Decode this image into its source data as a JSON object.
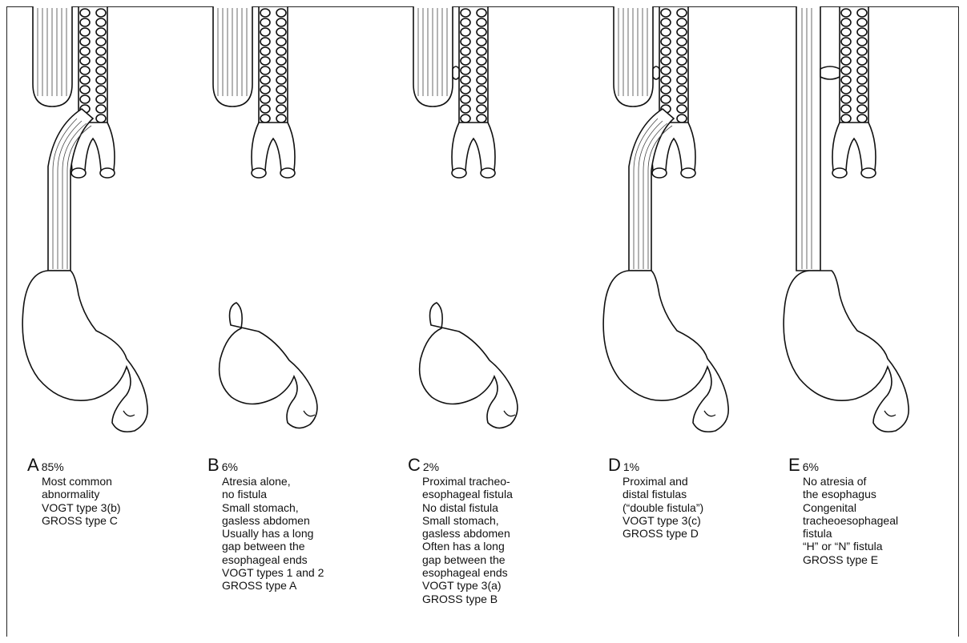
{
  "panels": [
    {
      "letter": "A",
      "percent": "85%",
      "lines": [
        "Most common",
        "abnormality",
        "VOGT type 3(b)",
        "GROSS type C"
      ],
      "upper_pouch": true,
      "proximal_fistula": false,
      "distal_fistula": true,
      "stomach": "normal"
    },
    {
      "letter": "B",
      "percent": "6%",
      "lines": [
        "Atresia alone,",
        "no fistula",
        "Small stomach,",
        "gasless abdomen",
        "Usually has a long",
        "gap between the",
        "esophageal ends",
        "VOGT types 1 and 2",
        "GROSS type A"
      ],
      "upper_pouch": true,
      "proximal_fistula": false,
      "distal_fistula": false,
      "stomach": "small"
    },
    {
      "letter": "C",
      "percent": "2%",
      "lines": [
        "Proximal tracheo-",
        "esophageal fistula",
        "No distal fistula",
        "Small stomach,",
        "gasless abdomen",
        "Often has a long",
        "gap between the",
        "esophageal ends",
        "VOGT type 3(a)",
        "GROSS type B"
      ],
      "upper_pouch": true,
      "proximal_fistula": true,
      "distal_fistula": false,
      "stomach": "small"
    },
    {
      "letter": "D",
      "percent": "1%",
      "lines": [
        "Proximal and",
        "distal fistulas",
        "(“double fistula”)",
        "VOGT type 3(c)",
        "GROSS type D"
      ],
      "upper_pouch": true,
      "proximal_fistula": true,
      "distal_fistula": true,
      "stomach": "normal"
    },
    {
      "letter": "E",
      "percent": "6%",
      "lines": [
        "No atresia of",
        "the esophagus",
        "Congenital",
        "tracheoesophageal",
        "fistula",
        "“H” or “N” fistula",
        "GROSS type E"
      ],
      "upper_pouch": false,
      "proximal_fistula": true,
      "distal_fistula": false,
      "stomach": "normal",
      "continuous_esophagus": true
    }
  ]
}
